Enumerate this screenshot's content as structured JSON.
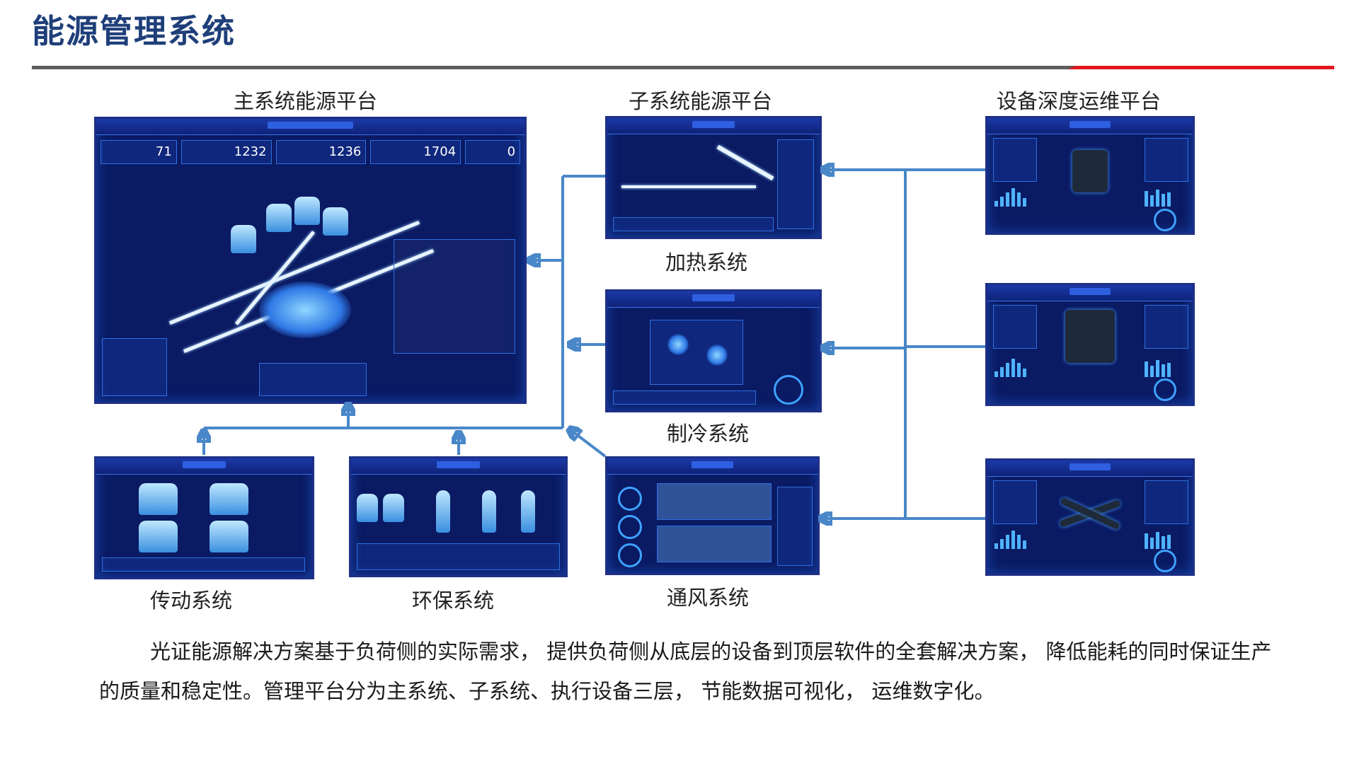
{
  "page": {
    "title": "能源管理系统"
  },
  "labels": {
    "main_platform": "主系统能源平台",
    "sub_platform": "子系统能源平台",
    "device_platform": "设备深度运维平台",
    "heating": "加热系统",
    "cooling": "制冷系统",
    "ventilation": "通风系统",
    "transmission": "传动系统",
    "environmental": "环保系统"
  },
  "main_screen": {
    "stats": [
      "71",
      "1232",
      "1236",
      "1704",
      "0"
    ]
  },
  "description": "光证能源解决方案基于负荷侧的实际需求， 提供负荷侧从底层的设备到顶层软件的全套解决方案， 降低能耗的同时保证生产的质量和稳定性。管理平台分为主系统、子系统、执行设备三层， 节能数据可视化， 运维数字化。",
  "colors": {
    "title": "#1f3f7a",
    "arrow": "#4a87c8",
    "screen_bg": "#0a1a63",
    "rule_gray": "#5e5e5e",
    "rule_red": "#e3181e"
  }
}
